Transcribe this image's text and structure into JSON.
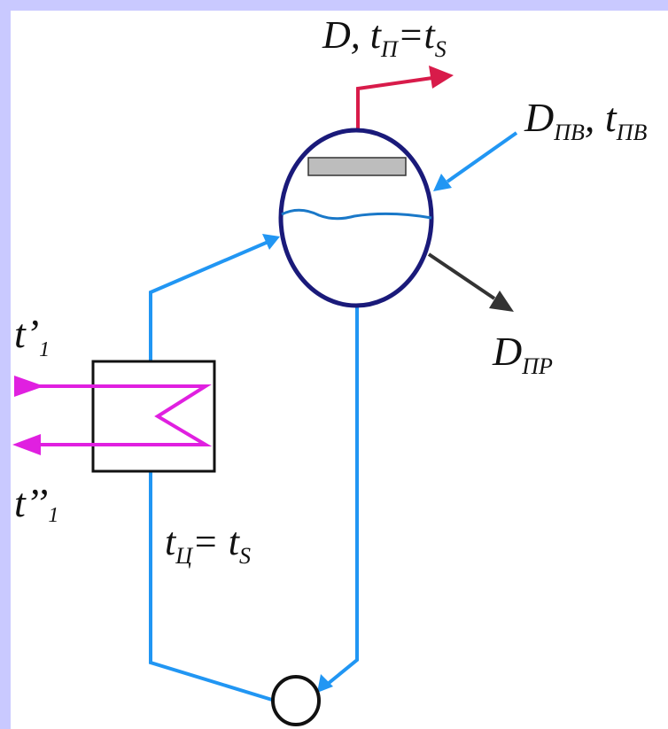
{
  "labels": {
    "steam_out": {
      "main": "D, t",
      "sub": "П",
      "eq": "=t",
      "sub2": "S"
    },
    "feedwater": {
      "main": "D",
      "sub": "ПВ",
      "sep": ", t",
      "sub2": "ПВ"
    },
    "blowdown": {
      "main": "D",
      "sub": "ПР"
    },
    "heat_in": {
      "main": "t’",
      "sub": "1"
    },
    "heat_out": {
      "main": "t’’",
      "sub": "1"
    },
    "circ": {
      "main": "t",
      "sub": "Ц",
      "eq": "= t",
      "sub2": "S"
    }
  },
  "colors": {
    "border": "#c9c9ff",
    "drum_stroke": "#1a1a7a",
    "circulation_line": "#2196f3",
    "steam_arrow": "#d81b4a",
    "blowdown_arrow": "#333333",
    "heating_medium": "#e020e0",
    "water_level": "#1a78c8",
    "separator_fill": "#bdbdbd"
  },
  "icons": {
    "drum": "drum-icon",
    "heat_exchanger": "heat-exchanger-icon",
    "pump": "pump-icon"
  }
}
